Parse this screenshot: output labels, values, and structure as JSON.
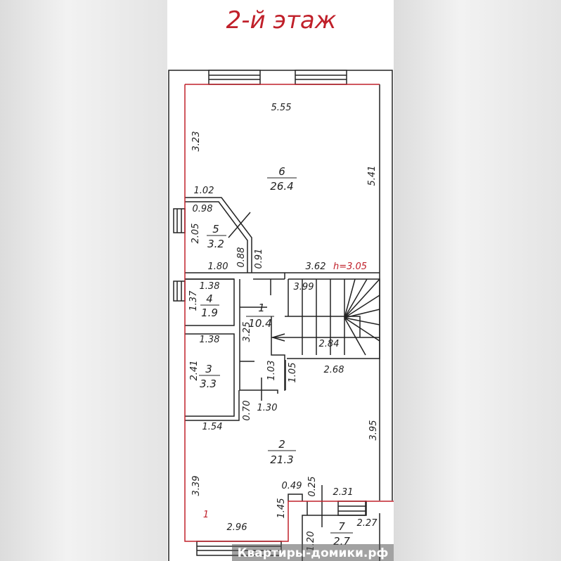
{
  "title": "2-й этаж",
  "ceiling_height": "h=3.05",
  "section_marker": "1",
  "watermark": "Квартиры-домики.рф",
  "rooms": [
    {
      "number": "1",
      "area": "10.4"
    },
    {
      "number": "2",
      "area": "21.3"
    },
    {
      "number": "3",
      "area": "3.3"
    },
    {
      "number": "4",
      "area": "1.9"
    },
    {
      "number": "5",
      "area": "3.2"
    },
    {
      "number": "6",
      "area": "26.4"
    },
    {
      "number": "7",
      "area": "2.7"
    }
  ],
  "dimensions": {
    "d555": "5.55",
    "d323": "3.23",
    "d541": "5.41",
    "d102": "1.02",
    "d098": "0.98",
    "d205": "2.05",
    "d088": "0.88",
    "d091": "0.91",
    "d180": "1.80",
    "d362": "3.62",
    "d138a": "1.38",
    "d137": "1.37",
    "d399": "3.99",
    "d325": "3.25",
    "d284": "2.84",
    "d138b": "1.38",
    "d241": "2.41",
    "d103": "1.03",
    "d105": "1.05",
    "d268": "2.68",
    "d070": "0.70",
    "d130": "1.30",
    "d154": "1.54",
    "d395": "3.95",
    "d339": "3.39",
    "d049": "0.49",
    "d025": "0.25",
    "d231": "2.31",
    "d145": "1.45",
    "d296": "2.96",
    "d227": "2.27",
    "d120": "1.20"
  },
  "colors": {
    "accent": "#c0202a",
    "lines": "#222222"
  }
}
